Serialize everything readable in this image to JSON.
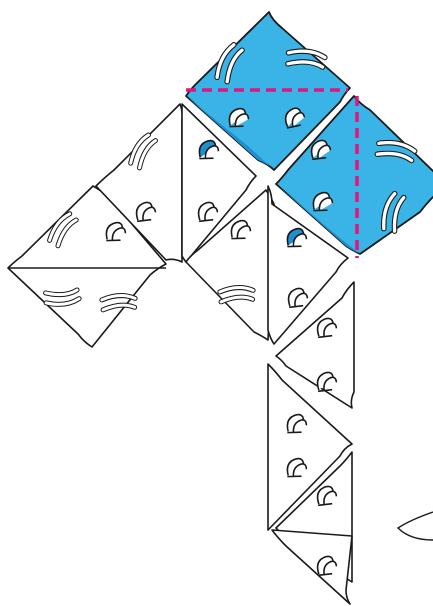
{
  "colors": {
    "background": "#ffffff",
    "outline": "#1a1a1a",
    "highlight_fill": "#3ab4e6",
    "highlight_fill_dark": "#1e8fcf",
    "fold_line": "#e0157e",
    "slot_fill": "#ffffff"
  },
  "tiles": [
    {
      "id": "top-blue-square",
      "highlighted": true,
      "icon": "swirl-slot-icon"
    },
    {
      "id": "right-blue-square",
      "highlighted": true,
      "icon": "swirl-slot-icon"
    },
    {
      "id": "left-white-square",
      "highlighted": false,
      "icon": "swirl-slot-icon"
    },
    {
      "id": "middle-white-square",
      "highlighted": false,
      "icon": "swirl-slot-icon"
    },
    {
      "id": "column-triangle-strip",
      "highlighted": false,
      "icon": "clip-slot-icon"
    }
  ],
  "fold_lines": [
    {
      "id": "horizontal-fold",
      "style": "dashed"
    },
    {
      "id": "vertical-fold",
      "style": "dashed"
    }
  ]
}
